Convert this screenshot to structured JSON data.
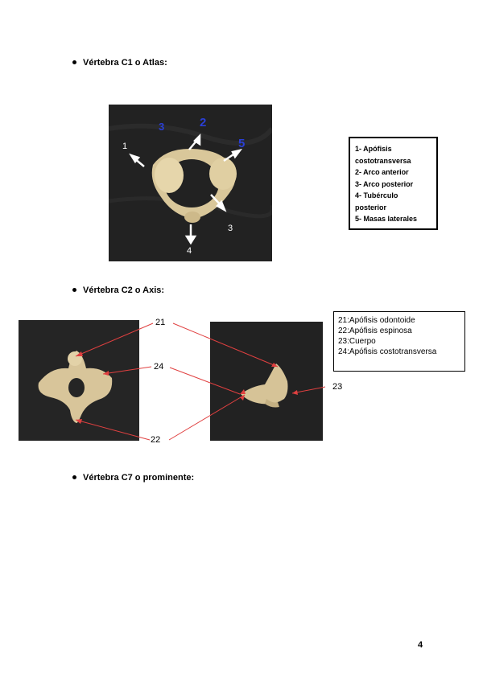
{
  "sections": {
    "c1_title": "Vértebra C1 o Atlas:",
    "c2_title": "Vértebra C2 o Axis:",
    "c7_title": "Vértebra C7 o prominente:"
  },
  "atlas_photo": {
    "white_labels": [
      "1",
      "3",
      "4"
    ],
    "blue_labels": [
      "3",
      "2",
      "5"
    ]
  },
  "legend_atlas": [
    "1- Apófisis",
    "costotransversa",
    "2- Arco anterior",
    "3- Arco posterior",
    "4- Tubérculo",
    "posterior",
    "5- Masas laterales"
  ],
  "legend_axis": [
    "21:Apófisis odontoide",
    "22:Apófisis espinosa",
    "23:Cuerpo",
    "24:Apófisis costotransversa"
  ],
  "axis_callouts": {
    "a": "21",
    "b": "24",
    "c": "22",
    "d": "23"
  },
  "page_number": "4"
}
